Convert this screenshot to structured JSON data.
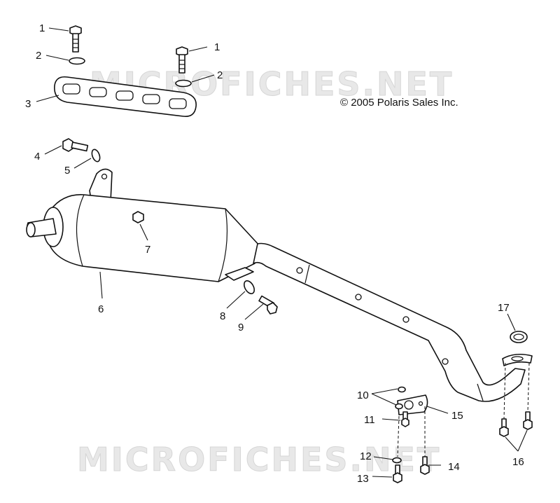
{
  "copyright": "© 2005 Polaris Sales Inc.",
  "watermark": "MICROFICHES.NET",
  "callouts": {
    "c1a": "1",
    "c1b": "1",
    "c2a": "2",
    "c2b": "2",
    "c3": "3",
    "c4": "4",
    "c5": "5",
    "c6": "6",
    "c7": "7",
    "c8": "8",
    "c9": "9",
    "c10": "10",
    "c11": "11",
    "c12": "12",
    "c13": "13",
    "c14": "14",
    "c15": "15",
    "c16": "16",
    "c17": "17"
  }
}
